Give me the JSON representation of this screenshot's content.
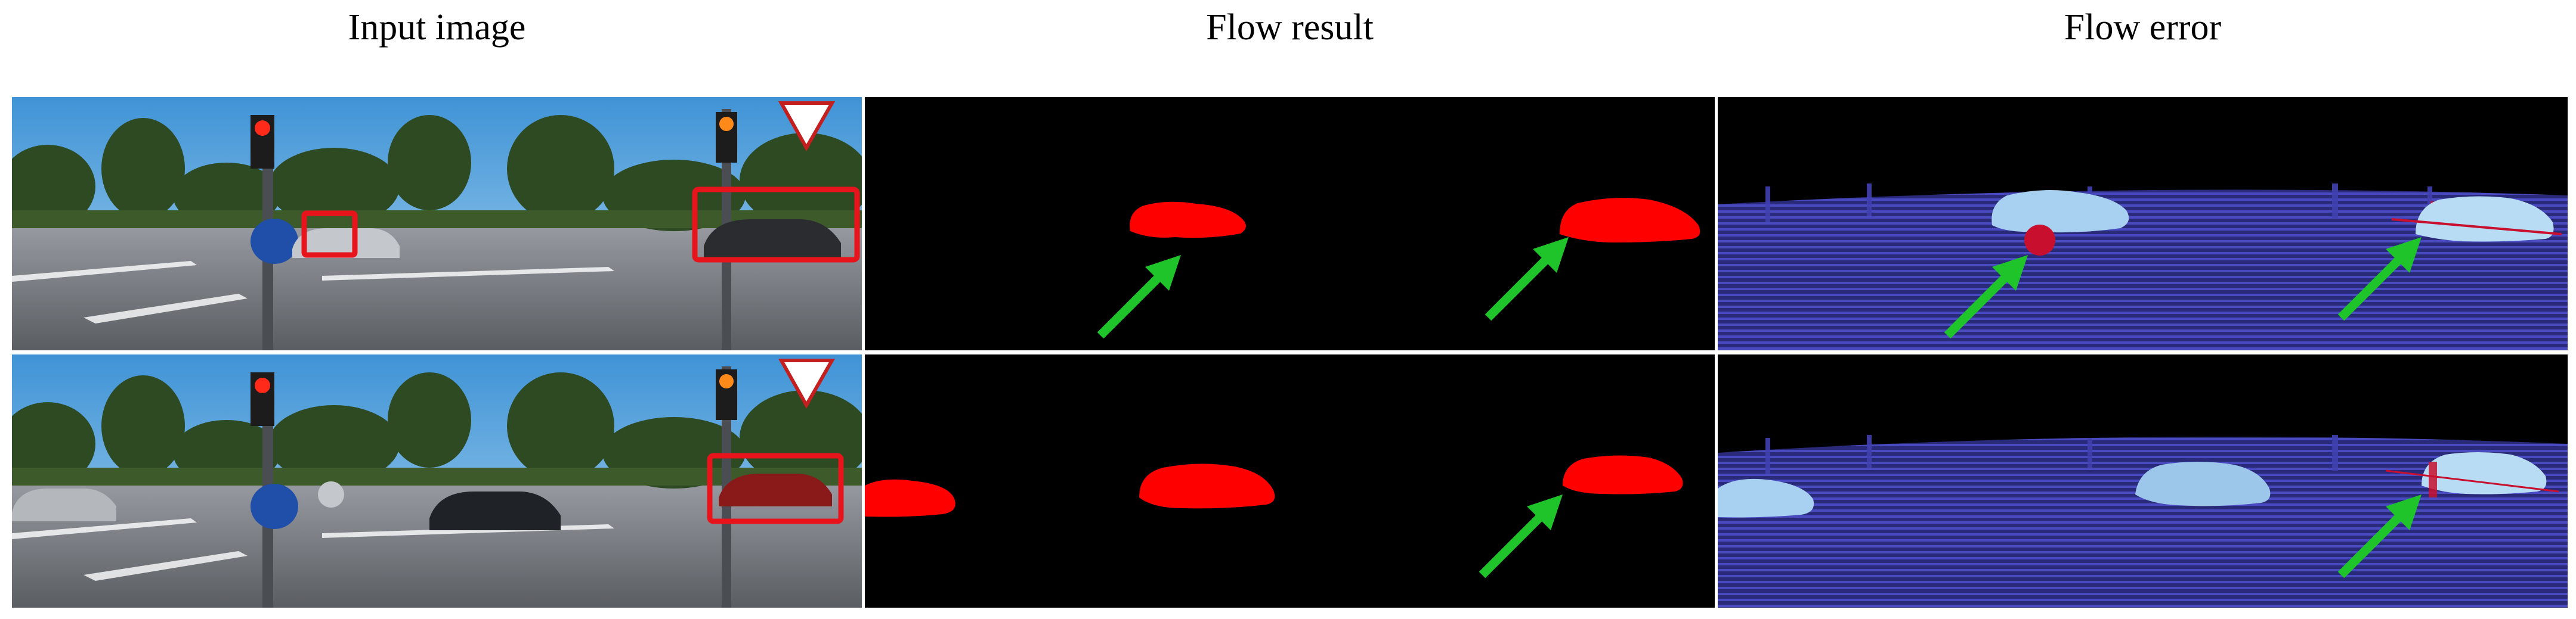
{
  "figure": {
    "column_titles": [
      "Input image",
      "Flow result",
      "Flow error"
    ]
  },
  "colors": {
    "box": "#e8141c",
    "arrow": "#1fc42a",
    "mask": "#ff0000",
    "mask_bg": "#000000",
    "error_bg": "#000000",
    "error_low": "#3232a6",
    "error_mid": "#a8d0f0",
    "error_high": "#c8102e",
    "sky": "#5aa7dc"
  }
}
